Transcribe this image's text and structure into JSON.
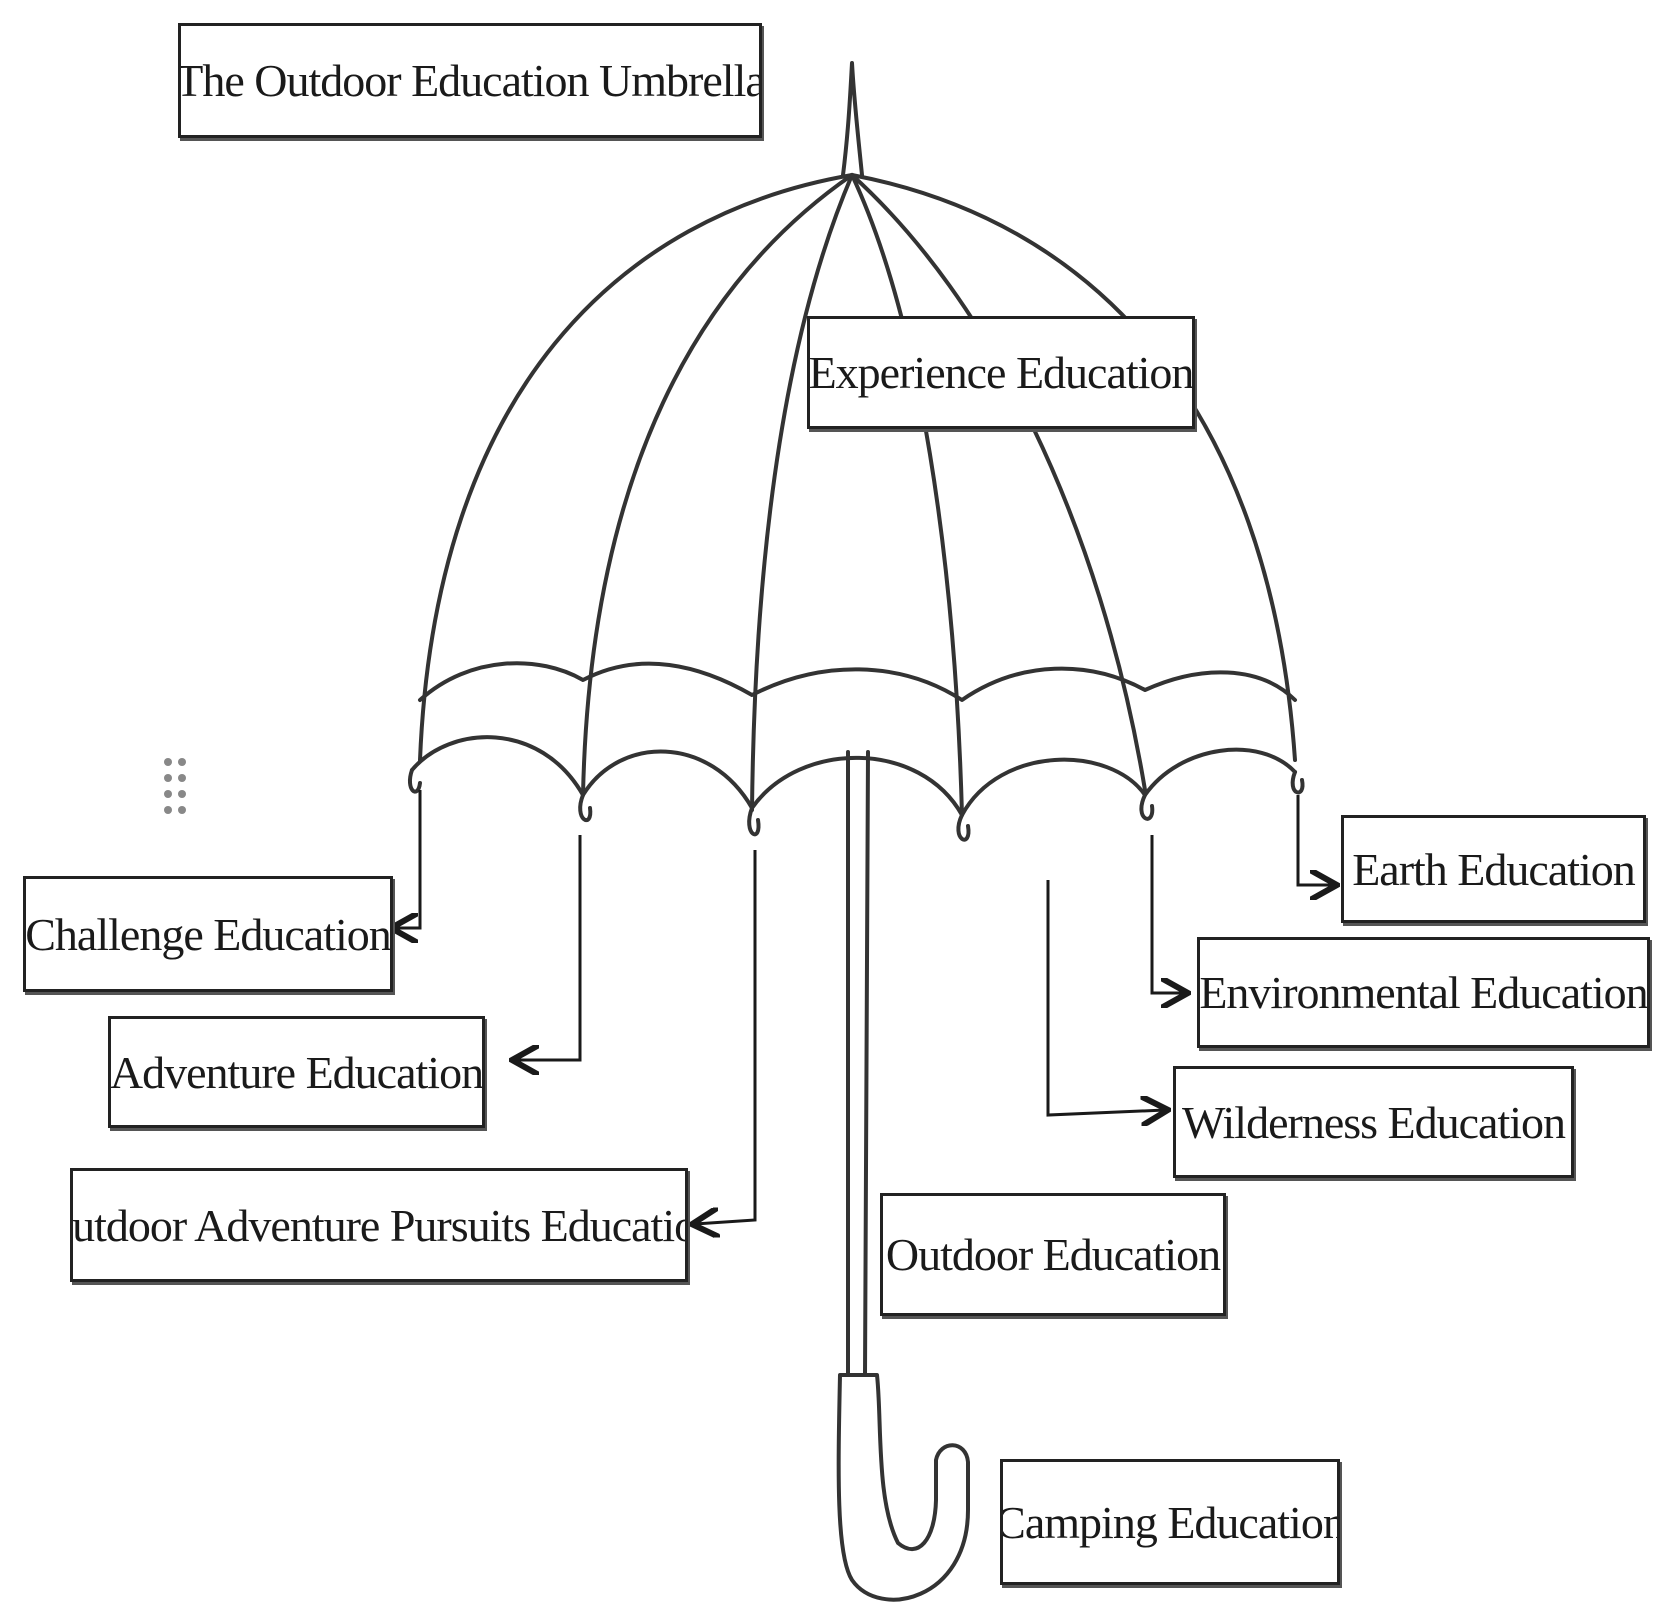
{
  "diagram": {
    "title": "The Outdoor Education Umbrella",
    "labels": {
      "experience": "Experience Education",
      "challenge": "Challenge Education",
      "adventure": "Adventure Education",
      "outdoor_adventure_pursuits": "Outdoor Adventure Pursuits Education",
      "earth": "Earth Education",
      "environmental": "Environmental Education",
      "wilderness": "Wilderness Education",
      "outdoor": "Outdoor Education",
      "camping": "Camping Education"
    },
    "icons": {
      "umbrella": "umbrella-icon",
      "grip": "drag-handle-icon"
    },
    "colors": {
      "line": "#333333",
      "box_border": "#222222",
      "background": "#ffffff"
    }
  }
}
